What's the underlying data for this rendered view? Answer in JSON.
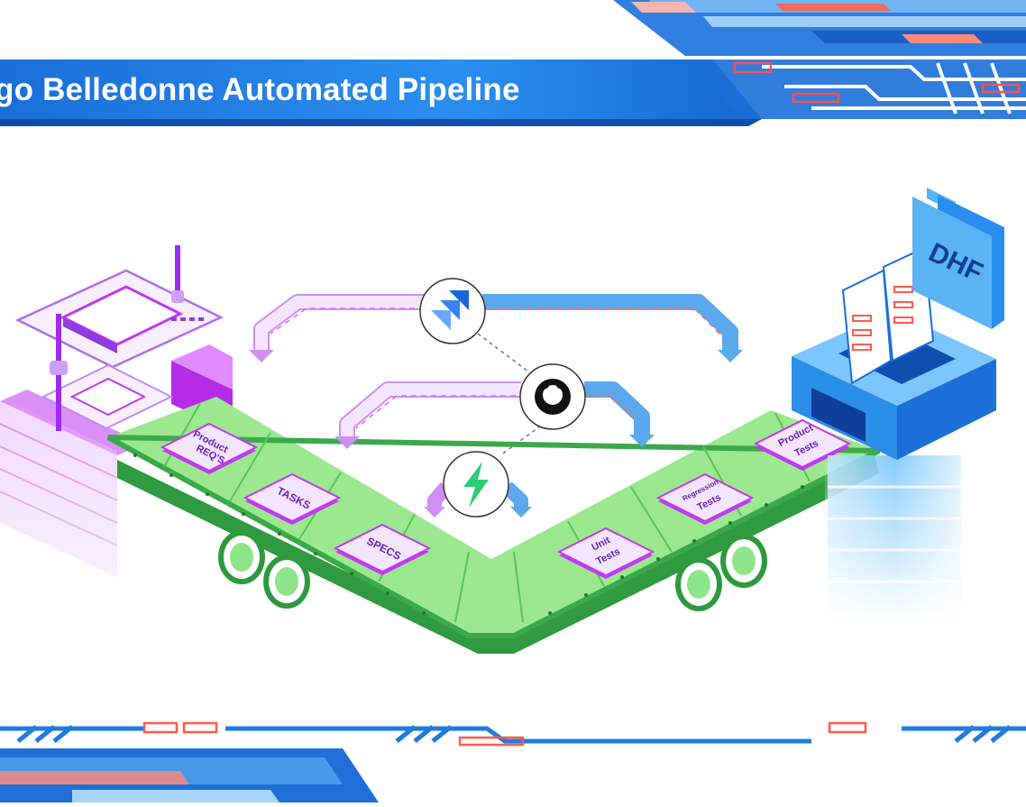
{
  "slide": {
    "title": "go Belledonne Automated Pipeline"
  },
  "pipeline": {
    "stages": [
      {
        "id": "product-reqs",
        "lines": [
          "Product",
          "REQ'S"
        ]
      },
      {
        "id": "tasks",
        "lines": [
          "TASKS"
        ]
      },
      {
        "id": "specs",
        "lines": [
          "SPECS"
        ]
      },
      {
        "id": "unit-tests",
        "lines": [
          "Unit",
          "Tests"
        ]
      },
      {
        "id": "regression-tests",
        "lines": [
          "Regression",
          "Tests"
        ]
      },
      {
        "id": "product-tests",
        "lines": [
          "Product",
          "Tests"
        ]
      }
    ],
    "output_folder_label": "DHF"
  },
  "tools": [
    {
      "name": "jira-icon"
    },
    {
      "name": "github-icon"
    },
    {
      "name": "lightning-icon"
    }
  ],
  "colors": {
    "banner_blue": "#1f7be0",
    "belt_green": "#8fe68a",
    "belt_edge": "#3aa94a",
    "stage_purple": "#c13af0",
    "arrow_purple": "#cf8ff5",
    "arrow_blue": "#5aa9ef",
    "dhf_blue": "#3aa2ef"
  }
}
